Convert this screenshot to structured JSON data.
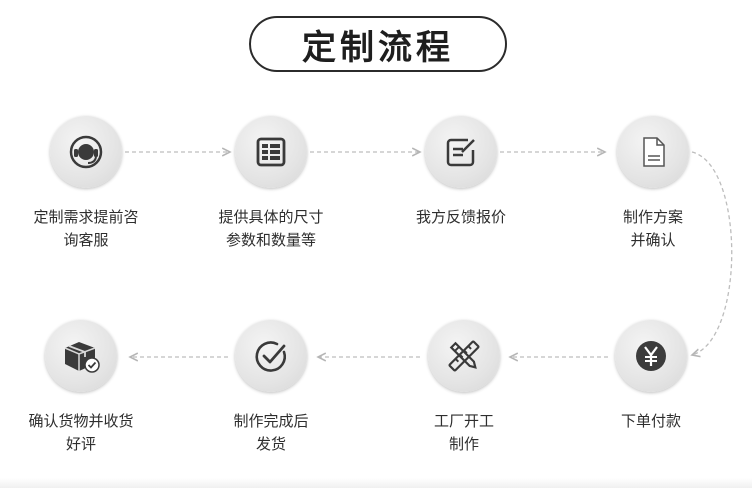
{
  "title": "定制流程",
  "steps": [
    {
      "icon": "headset-icon",
      "lines": [
        "定制需求提前咨",
        "询客服"
      ]
    },
    {
      "icon": "list-form-icon",
      "lines": [
        "提供具体的尺寸",
        "参数和数量等"
      ]
    },
    {
      "icon": "edit-note-icon",
      "lines": [
        "我方反馈报价",
        ""
      ]
    },
    {
      "icon": "document-icon",
      "lines": [
        "制作方案",
        "并确认"
      ]
    },
    {
      "icon": "yen-icon",
      "lines": [
        "下单付款",
        ""
      ]
    },
    {
      "icon": "tools-icon",
      "lines": [
        "工厂开工",
        "制作"
      ]
    },
    {
      "icon": "check-circle-icon",
      "lines": [
        "制作完成后",
        "发货"
      ]
    },
    {
      "icon": "package-check-icon",
      "lines": [
        "确认货物并收货",
        "好评"
      ]
    }
  ]
}
